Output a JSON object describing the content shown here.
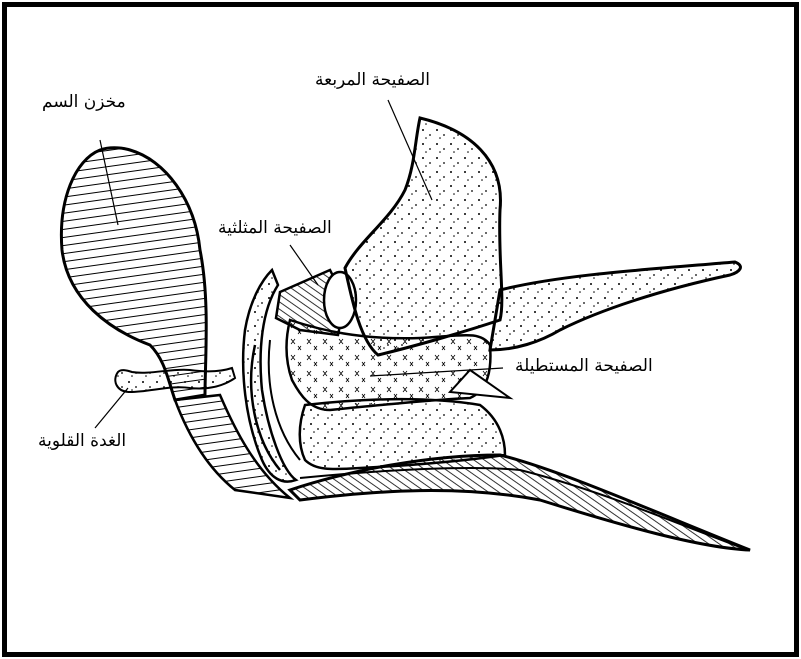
{
  "labels": {
    "venom_reservoir": "مخزن السم",
    "quadrate_plate": "الصفيحة المربعة",
    "triangular_plate": "الصفيحة المثلثية",
    "oblong_plate": "الصفيحة المستطيلة",
    "alkaline_gland": "الغدة القلوية"
  },
  "colors": {
    "ink": "#000000",
    "background": "#ffffff"
  }
}
